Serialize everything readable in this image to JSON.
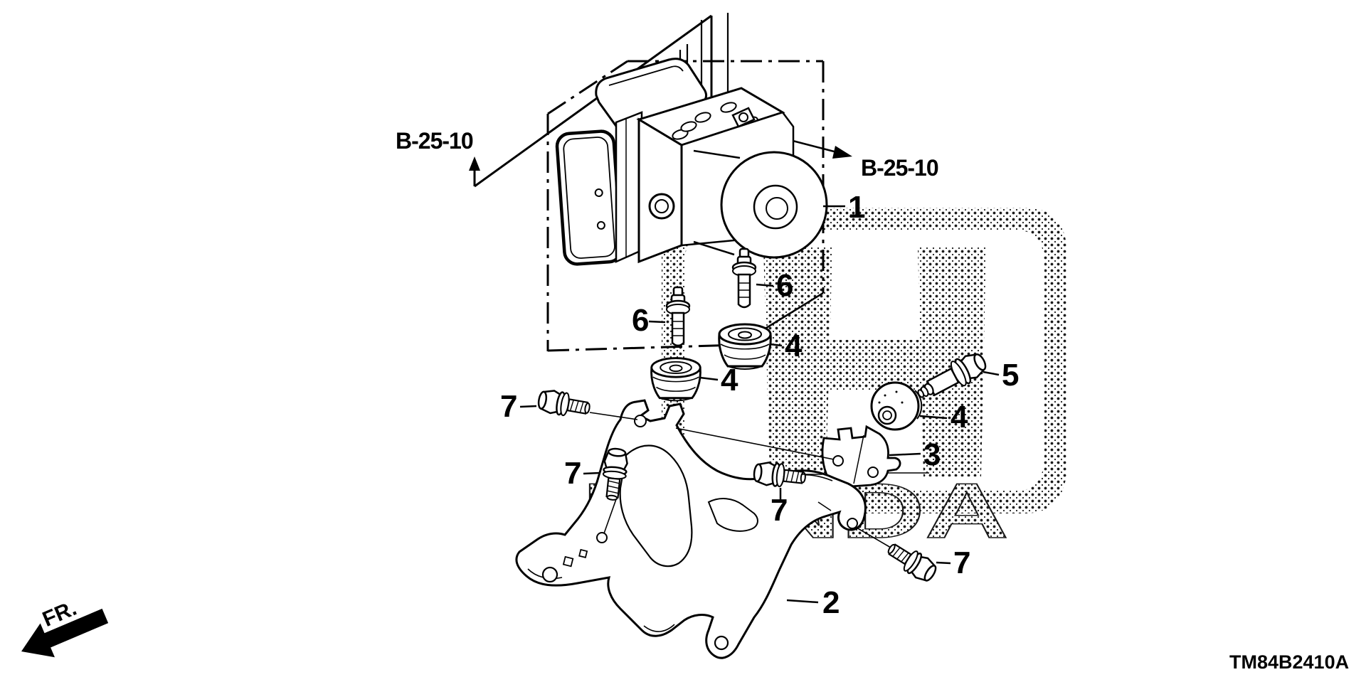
{
  "diagram": {
    "refs": {
      "left": "B-25-10",
      "right": "B-25-10"
    },
    "callouts": {
      "c1": "1",
      "c2": "2",
      "c3": "3",
      "c4_upper": "4",
      "c4_left": "4",
      "c4_right": "4",
      "c5": "5",
      "c6_left": "6",
      "c6_right": "6",
      "c7_a": "7",
      "c7_b": "7",
      "c7_c": "7",
      "c7_d": "7"
    },
    "footer": {
      "code": "TM84B2410A",
      "direction": "FR."
    },
    "watermark": {
      "text": "HONDA"
    },
    "colors": {
      "ink": "#000000",
      "background": "#ffffff",
      "halftone": "#1a1a1a"
    }
  }
}
